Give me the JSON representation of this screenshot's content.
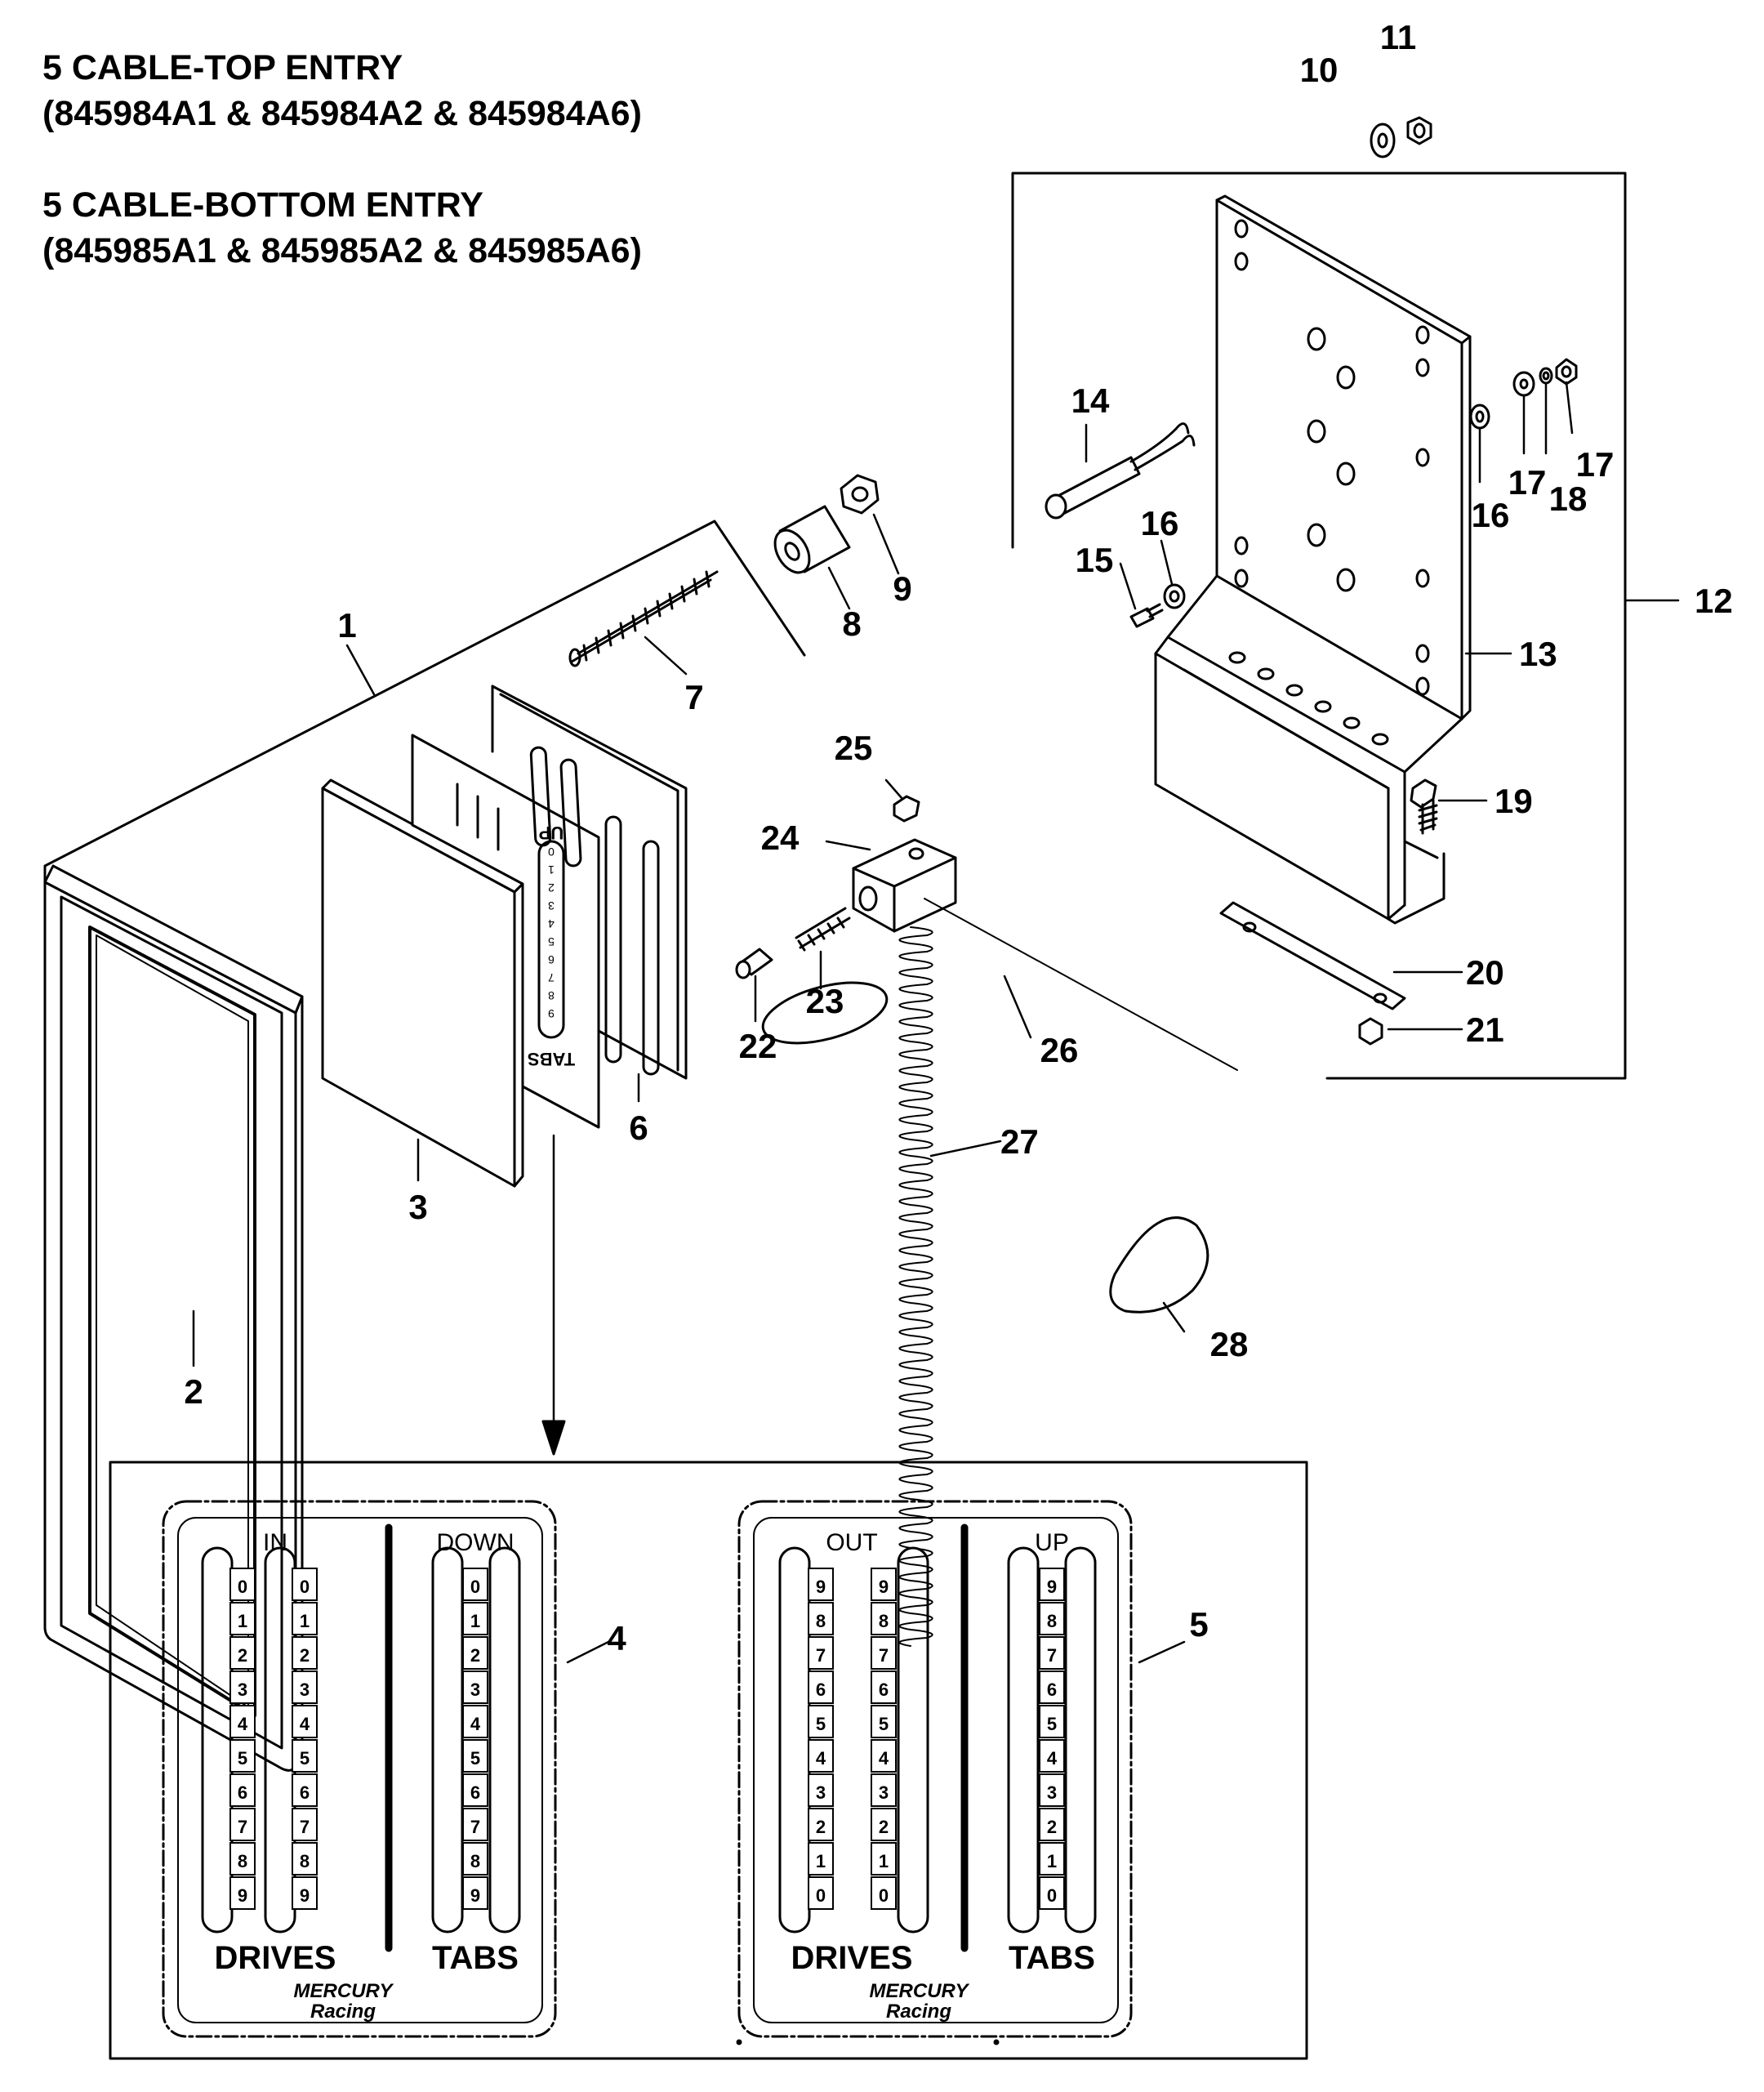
{
  "titles": [
    "5 CABLE-TOP ENTRY",
    "(845984A1  &  845984A2  &  845984A6)",
    "5 CABLE-BOTTOM ENTRY",
    "(845985A1  &  845985A2  &  845985A6)"
  ],
  "callouts": [
    "1",
    "2",
    "3",
    "4",
    "5",
    "6",
    "7",
    "8",
    "9",
    "10",
    "11",
    "12",
    "13",
    "14",
    "15",
    "16",
    "16",
    "17",
    "17",
    "18",
    "19",
    "20",
    "21",
    "22",
    "23",
    "24",
    "25",
    "26",
    "27",
    "28"
  ],
  "decals": {
    "left": {
      "left_header": "IN",
      "right_header": "DOWN",
      "drives_label": "DRIVES",
      "tabs_label": "TABS",
      "brand": "MERCURY",
      "brand_sub": "Racing",
      "digits": [
        "0",
        "1",
        "2",
        "3",
        "4",
        "5",
        "6",
        "7",
        "8",
        "9"
      ]
    },
    "right": {
      "left_header": "OUT",
      "right_header": "UP",
      "drives_label": "DRIVES",
      "tabs_label": "TABS",
      "brand": "MERCURY",
      "brand_sub": "Racing",
      "digits": [
        "9",
        "8",
        "7",
        "6",
        "5",
        "4",
        "3",
        "2",
        "1",
        "0"
      ]
    }
  },
  "small_plate": {
    "up": "UP",
    "tabs": "TABS",
    "digits": [
      "0",
      "1",
      "2",
      "3",
      "4",
      "5",
      "6",
      "7",
      "8",
      "9"
    ]
  }
}
